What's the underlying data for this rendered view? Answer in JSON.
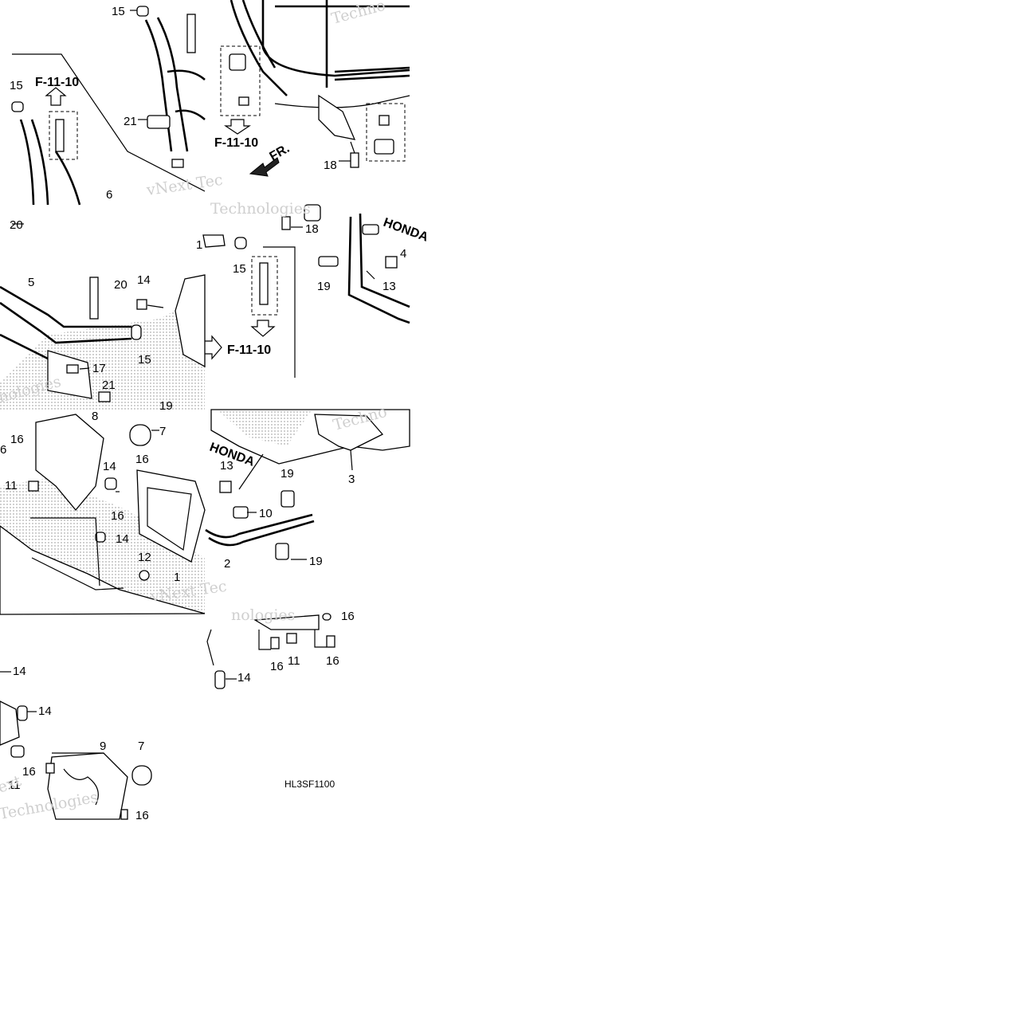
{
  "diagram": {
    "watermark_tech": "Techno",
    "watermark_vnext": "vNext",
    "watermark_vnext_tech": "vNext Tec",
    "watermark_technologies": "Technologies",
    "watermark_nologies": "nologies",
    "watermark_ext": "ext",
    "watermark_brand": "HONDA",
    "ref_page": "F-11-10",
    "front_marker": "FR.",
    "figure_code": "HL3SF1100",
    "callouts": [
      "1",
      "2",
      "3",
      "4",
      "5",
      "6",
      "7",
      "8",
      "9",
      "10",
      "11",
      "12",
      "13",
      "14",
      "15",
      "16",
      "17",
      "18",
      "19",
      "20",
      "21"
    ]
  }
}
